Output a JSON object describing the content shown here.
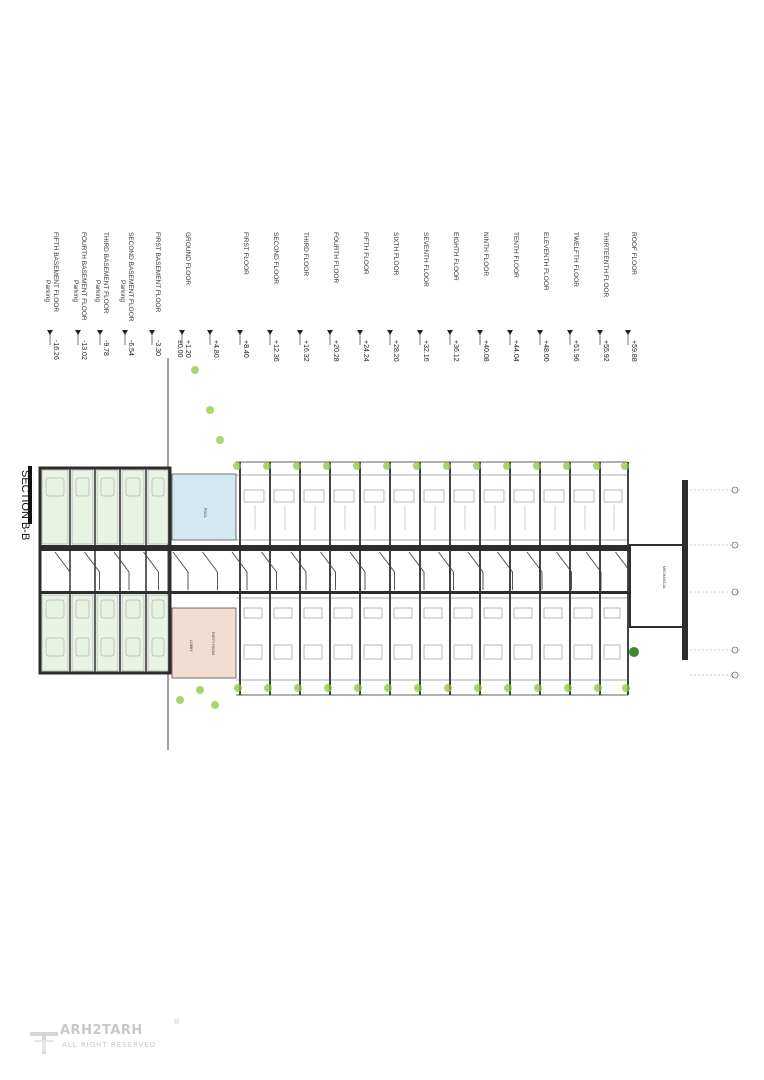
{
  "section_title": "SECTION B-B",
  "levels": [
    {
      "name": "FIFTH BASEMENT FLOOR",
      "sub": "Parking",
      "value": "-16.26"
    },
    {
      "name": "FOURTH BASEMENT FLOOR",
      "sub": "Parking",
      "value": "-13.02"
    },
    {
      "name": "THIRD BASEMENT FLOOR",
      "sub": "Parking",
      "value": "-9.78"
    },
    {
      "name": "SECOND BASEMENT FLOOR",
      "sub": "Parking",
      "value": "-6.54"
    },
    {
      "name": "FIRST BASEMENT FLOOR",
      "sub": "",
      "value": "-3.30"
    },
    {
      "name": "GROUND FLOOR",
      "sub": "",
      "value": "+1.20",
      "value2": "±0.00"
    },
    {
      "name": "",
      "sub": "",
      "value": "+4.80"
    },
    {
      "name": "FIRST FLOOR",
      "sub": "",
      "value": "+8.40"
    },
    {
      "name": "SECOND FLOOR",
      "sub": "",
      "value": "+12.36"
    },
    {
      "name": "THIRD FLOOR",
      "sub": "",
      "value": "+16.32"
    },
    {
      "name": "FOURTH FLOOR",
      "sub": "",
      "value": "+20.28"
    },
    {
      "name": "FIFTH FLOOR",
      "sub": "",
      "value": "+24.24"
    },
    {
      "name": "SIXTH FLOOR",
      "sub": "",
      "value": "+28.20"
    },
    {
      "name": "SEVENTH FLOOR",
      "sub": "",
      "value": "+32.16"
    },
    {
      "name": "EIGHTH FLOOR",
      "sub": "",
      "value": "+36.12"
    },
    {
      "name": "NINTH FLOOR",
      "sub": "",
      "value": "+40.08"
    },
    {
      "name": "TENTH FLOOR",
      "sub": "",
      "value": "+44.04"
    },
    {
      "name": "ELEVENTH FLOOR",
      "sub": "",
      "value": "+48.00"
    },
    {
      "name": "TWELFTH FLOOR",
      "sub": "",
      "value": "+51.96"
    },
    {
      "name": "THIRTEENTH FLOOR",
      "sub": "",
      "value": "+55.92"
    },
    {
      "name": "ROOF FLOOR",
      "sub": "",
      "value": "+59.88"
    }
  ],
  "rooms": {
    "pool": "POOL",
    "mechanical": "MECHANICAL",
    "party_room": "PARTY ROOM",
    "lobby": "LOBBY"
  },
  "logo": {
    "name": "ARH2TARH",
    "tagline": "ALL RIGHT RESERVED",
    "mark": "®"
  },
  "colors": {
    "pool": "#d3e8f0",
    "party_room": "#f3ddd0",
    "basement": "#e9f3e4",
    "vegetation": "#8dc63f",
    "structure": "#2d2d2d"
  }
}
